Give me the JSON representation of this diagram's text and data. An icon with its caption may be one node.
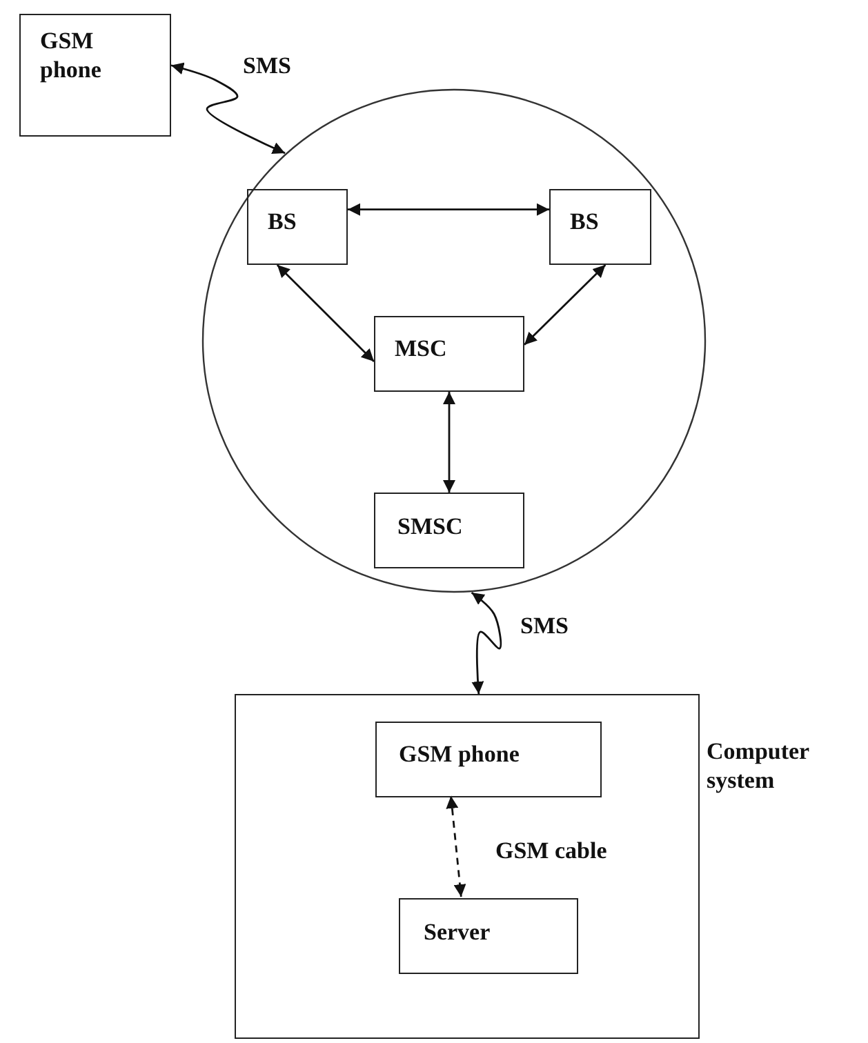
{
  "diagram": {
    "nodes": [
      {
        "text": [
          "GSM phone"
        ]
      },
      {
        "text": [],
        "shape": "circle"
      },
      {
        "text": [
          "BS"
        ],
        "in": 1
      },
      {
        "text": [
          "BS"
        ],
        "in": 1
      },
      {
        "text": [
          "MSC"
        ],
        "in": 1
      },
      {
        "text": [
          "SMSC"
        ],
        "in": 1
      },
      {
        "text": [
          "Computer system"
        ]
      },
      {
        "text": [
          "GSM phone"
        ],
        "in": 6
      },
      {
        "text": [
          "Server"
        ],
        "in": 6
      }
    ],
    "edges": [
      {
        "from": 0,
        "to": 1,
        "arrow": "both",
        "label": "SMS"
      },
      {
        "from": 2,
        "to": 3,
        "arrow": "both"
      },
      {
        "from": 2,
        "to": 4,
        "arrow": "both"
      },
      {
        "from": 3,
        "to": 4,
        "arrow": "both"
      },
      {
        "from": 4,
        "to": 5,
        "arrow": "both"
      },
      {
        "from": 1,
        "to": 6,
        "arrow": "both",
        "label": "SMS"
      },
      {
        "from": 7,
        "to": 8,
        "arrow": "both",
        "label": "GSM cable",
        "style": "dashed"
      }
    ]
  }
}
